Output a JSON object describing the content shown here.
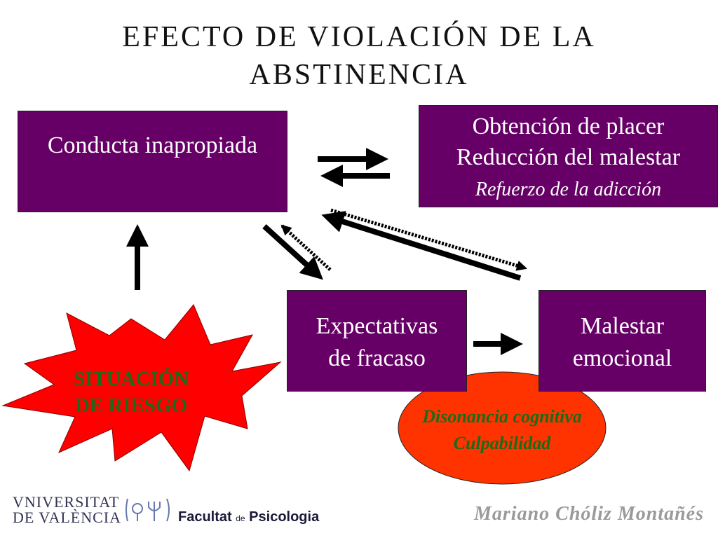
{
  "title": {
    "line1": "EFECTO DE VIOLACIÓN DE LA",
    "line2": "ABSTINENCIA"
  },
  "boxes": {
    "conducta": "Conducta inapropiada",
    "obtencion": {
      "line1": "Obtención de placer",
      "line2": "Reducción del malestar",
      "line3": "Refuerzo de la adicción"
    },
    "expectativas": {
      "line1": "Expectativas",
      "line2": "de fracaso"
    },
    "malestar": {
      "line1": "Malestar",
      "line2": "emocional"
    }
  },
  "situacion": {
    "line1": "SITUACIÓN",
    "line2": "DE RIESGO"
  },
  "disonancia": {
    "line1": "Disonancia cognitiva",
    "line2": "Culpabilidad"
  },
  "footer": {
    "university_line1": "VNIVERSITAT",
    "university_line2": "DE VALÈNCIA",
    "faculty_prefix": "Facultat",
    "faculty_de": "de",
    "faculty_name": "Psicologia",
    "author": "Mariano Chóliz Montañés"
  },
  "colors": {
    "box_fill": "#660066",
    "star_fill": "#ff0000",
    "ellipse_fill": "#ff3300",
    "highlight_text": "#1a6b1a"
  }
}
